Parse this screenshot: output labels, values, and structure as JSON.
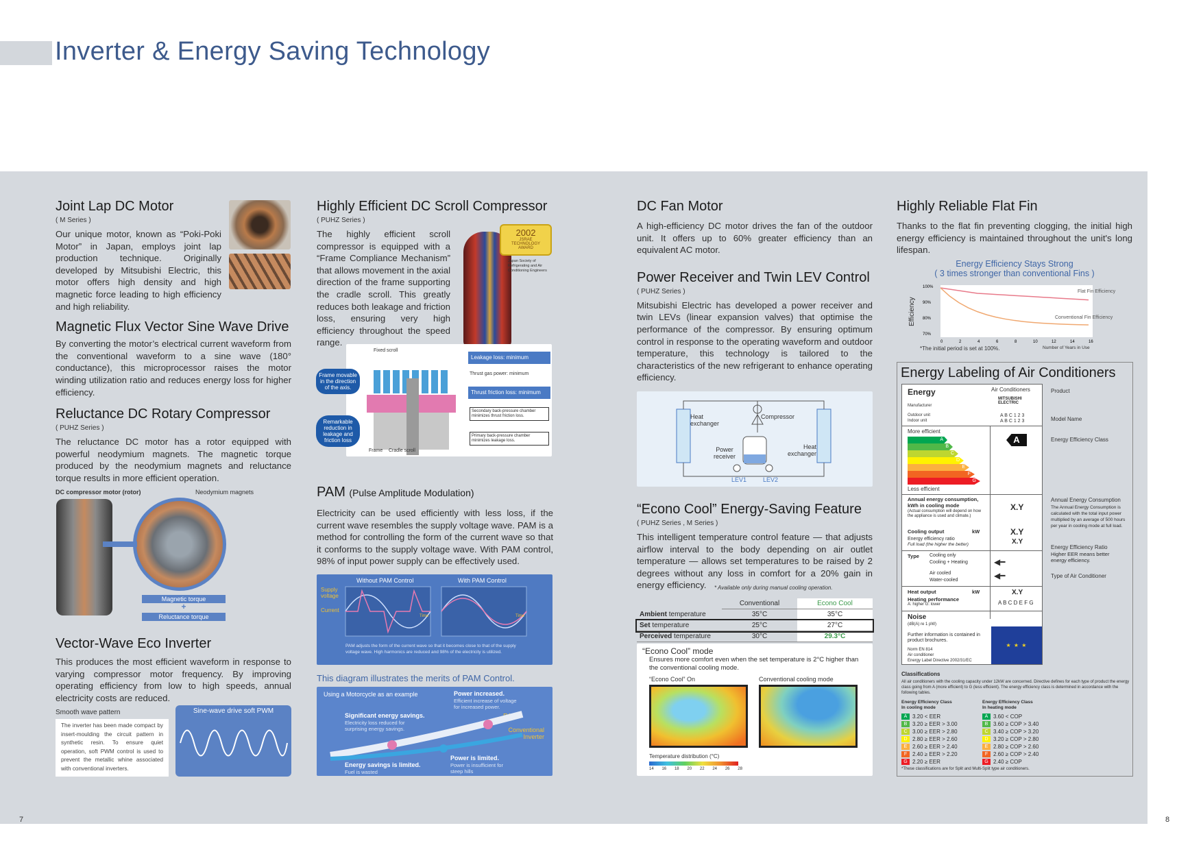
{
  "page": {
    "title": "Inverter & Energy Saving Technology",
    "page_left": "7",
    "page_right": "8"
  },
  "col1": {
    "joint": {
      "title": "Joint Lap DC Motor",
      "series": "( M Series )",
      "text": "Our unique motor, known as “Poki-Poki Motor” in Japan, employs joint lap production technique. Originally developed by Mitsubishi Electric, this motor offers high density and high magnetic force leading to high efficiency and high reliability."
    },
    "flux": {
      "title": "Magnetic Flux Vector Sine Wave Drive",
      "text": "By converting the motor’s electrical current waveform from the conventional waveform to a sine wave (180° conductance), this microprocessor raises the motor winding utilization ratio and reduces energy loss for higher efficiency."
    },
    "rel": {
      "title": "Reluctance DC Rotary Compressor",
      "series": "( PUHZ Series )",
      "text": "The reluctance DC motor has a rotor equipped with powerful neodymium magnets. The magnetic torque produced by the neodymium magnets and reluctance torque results in more efficient operation.",
      "cap1": "DC compressor motor (rotor)",
      "cap2": "Neodymium magnets",
      "mag": "Magnetic torque",
      "plus": "+",
      "rel": "Reluctance torque"
    },
    "vec": {
      "title": "Vector-Wave Eco Inverter",
      "text": "This produces the most efficient waveform in response to varying compressor motor frequency. By improving operating efficiency from low to high speeds, annual electricity costs are reduced.",
      "smooth": "Smooth wave pattern",
      "note": "The inverter has been made compact by insert-moulding the circuit pattern in synthetic resin. To ensure quiet operation, soft PWM control is used to prevent the metallic whine associated with conventional inverters.",
      "pwm": "Sine-wave drive soft PWM"
    }
  },
  "col2": {
    "scroll": {
      "title": "Highly Efficient DC Scroll Compressor",
      "series": "( PUHZ Series )",
      "text": "The highly efficient scroll compressor is equipped with a “Frame Compliance Mechanism” that allows movement in the axial direction of the frame supporting the cradle scroll. This greatly reduces both leakage and friction loss, ensuring very high efficiency throughout the speed range.",
      "award_year": "2002",
      "award_name": "JSRAE TECHNOLOGY AWARD",
      "award_note": "Japan Society of Refrigerating and Air Conditioning Engineers",
      "fixed": "Fixed scroll",
      "leak": "Leakage loss: minimum",
      "thrust": "Thrust gas power: minimum",
      "fric": "Thrust friction loss: minimum",
      "sec": "Secondary back-pressure chamber minimizes thrust friction loss.",
      "pri": "Primary back-pressure chamber minimizes leakage loss.",
      "frame": "Frame",
      "cradle": "Cradle scroll",
      "pill1": "Frame movable in the direction of the axis.",
      "pill2": "Remarkable reduction in leakage and friction loss"
    },
    "pam": {
      "title": "PAM",
      "title_sub": "(Pulse Amplitude Modulation)",
      "text": "Electricity can be used efficiently with less loss, if the current wave resembles the supply voltage wave. PAM is a method for controlling the form of the current wave so that it conforms to the supply voltage wave. With PAM control, 98% of input power supply can be effectively used.",
      "without": "Without PAM Control",
      "with": "With PAM Control",
      "supply": "Supply voltage",
      "current": "Current",
      "time": "Time",
      "note": "PAM adjusts the form of the current wave so that it becomes close to that of the supply voltage wave. High harmonics are reduced and 98% of the electricity is utilized.",
      "merits": "This diagram illustrates the merits of PAM Control.",
      "moto": "Using a Motorcycle as an example",
      "p_inc": "Power increased.",
      "p_inc_sub": "Efficient increase of voltage for increased power.",
      "sig": "Significant energy savings.",
      "sig_sub": "Electricity loss reduced for surprising energy savings.",
      "pam_lbl": "PAM",
      "conv": "Conventional Inverter",
      "lim": "Energy savings is limited.",
      "lim_sub": "Fuel is wasted",
      "plim": "Power is limited.",
      "plim_sub": "Power is insufficient for steep hills"
    }
  },
  "col3": {
    "fan": {
      "title": "DC Fan Motor",
      "text": "A high-efficiency DC motor drives the fan of the outdoor unit. It offers up to 60% greater efficiency than an equivalent AC motor."
    },
    "lev": {
      "title": "Power Receiver and Twin LEV Control",
      "series": "( PUHZ Series )",
      "text": "Mitsubishi Electric has developed a power receiver and twin LEVs (linear expansion valves) that optimise the performance of the compressor. By ensuring optimum control in response to the operating waveform and outdoor temperature, this technology is tailored to the characteristics of the new refrigerant to enhance operating efficiency.",
      "hx1": "Heat exchanger",
      "comp": "Compressor",
      "pr": "Power receiver",
      "hx2": "Heat exchanger",
      "lev1": "LEV1",
      "lev2": "LEV2"
    },
    "econo": {
      "title": "“Econo Cool” Energy-Saving Feature",
      "series": "( PUHZ Series , M Series )",
      "text": "This intelligent temperature control feature — that adjusts airflow interval to the body depending on air outlet temperature — allows set temperatures to be raised by 2 degrees without any loss in comfort for a 20% gain in energy efficiency.",
      "avail": "* Available only during manual cooling operation.",
      "h_conv": "Conventional",
      "h_eco": "Econo Cool",
      "rows": [
        {
          "b": "Ambient",
          "l": " temperature",
          "c": "35°C",
          "e": "35°C"
        },
        {
          "b": "Set",
          "l": " temperature",
          "c": "25°C",
          "e": "27°C"
        },
        {
          "b": "Perceived",
          "l": " temperature",
          "c": "30°C",
          "e": "29.3°C"
        }
      ],
      "mode": "“Econo Cool” mode",
      "mode_sub": "Ensures more comfort even when the set temperature is 2°C higher than the conventional cooling mode.",
      "on": "“Econo Cool” On",
      "convmode": "Conventional cooling mode",
      "dist": "Temperature distribution (°C)",
      "scale": [
        "14",
        "16",
        "18",
        "20",
        "22",
        "24",
        "26",
        "28"
      ]
    }
  },
  "col4": {
    "fin": {
      "title": "Highly Reliable Flat Fin",
      "text": "Thanks to the flat fin preventing clogging, the initial high energy efficiency is maintained throughout the unit's long lifespan.",
      "chart_t1": "Energy Efficiency Stays Strong",
      "chart_t2": "( 3 times stronger than conventional Fins )",
      "ylabel": "Efficiency",
      "xlabel": "Number of Years in Use",
      "yt": [
        "100%",
        "90%",
        "80%",
        "70%"
      ],
      "xt": [
        "0",
        "2",
        "4",
        "6",
        "8",
        "10",
        "12",
        "14",
        "16"
      ],
      "flat": "Flat Fin Efficiency",
      "conv": "Conventional Fin Efficiency",
      "note": "*The initial period is set at 100%."
    },
    "label": {
      "title": "Energy Labeling of Air Conditioners",
      "energy": "Energy",
      "ac": "Air Conditioners",
      "mfr": "Manufacturer",
      "out": "Outdoor unit",
      "in": "Indoor unit",
      "abc1": "A B C  1 2 3",
      "abc2": "A B C  1 2 3",
      "brand": "MITSUBISHI ELECTRIC",
      "more": "More efficient",
      "less": "Less efficient",
      "cls": "A",
      "bars": [
        "A",
        "B",
        "C",
        "D",
        "E",
        "F",
        "G"
      ],
      "ann": "Annual energy consumption, kWh in cooling mode",
      "ann_sub": "(Actual consumption will depend on how the appliance is used and climate.)",
      "xy": "X.Y",
      "cool": "Cooling output",
      "kw": "kW",
      "eer": "Energy efficiency ratio",
      "eer_sub": "Full load (the higher the better)",
      "type": "Type",
      "t1": "Cooling only",
      "t2": "Cooling + Heating",
      "t3": "Air cooled",
      "t4": "Water-cooled",
      "heat": "Heat output",
      "heatp": "Heating performance",
      "hl": "A: higher     G: lower",
      "abcd": "A B C D E F G",
      "noise": "Noise",
      "noise_sub": "(dB(A) re 1 pW)",
      "further": "Further information is contained in product brochures.",
      "norm": "Norm EN 814",
      "norm2": "Air conditioner",
      "norm3": "Energy Label Directive 2002/31/EC",
      "c_product": "Product",
      "c_model": "Model Name",
      "c_class": "Energy Efficiency Class",
      "c_annual": "Annual Energy Consumption",
      "c_annual_sub": "The Annual Energy Consumption is calculated with the total input power multiplied by an average of 500 hours per year in cooling mode at full load.",
      "c_eer": "Energy Efficiency Ratio",
      "c_eer_sub": "Higher EER means better energy efficiency.",
      "c_type": "Type of Air Conditioner",
      "classif": "Classifications",
      "classif_t": "All air conditioners with the cooling capacity under 12kW are concerned. Directive defines for each type of product the energy class going from A (more efficient) to G (less efficient). The energy efficiency class is determined in accordance with the following tables.",
      "cool_h": "Energy Efficiency Class In cooling mode",
      "heat_h": "Energy Efficiency Class In heating mode",
      "cool_rows": [
        "3.20 < EER",
        "3.20 ≥ EER > 3.00",
        "3.00 ≥ EER > 2.80",
        "2.80 ≥ EER > 2.60",
        "2.60 ≥ EER > 2.40",
        "2.40 ≥ EER > 2.20",
        "2.20 ≥ EER"
      ],
      "heat_rows": [
        "3.60 < COP",
        "3.60 ≥ COP > 3.40",
        "3.40 ≥ COP > 3.20",
        "3.20 ≥ COP > 2.80",
        "2.80 ≥ COP > 2.60",
        "2.60 ≥ COP > 2.40",
        "2.40 ≥ COP"
      ],
      "foot": "*These classifications are for Split and Multi-Split type air conditioners."
    }
  },
  "colors": {
    "title": "#3d5a8c",
    "panel": "#d5d9de",
    "classes": [
      "#00a651",
      "#50b848",
      "#bed630",
      "#fff200",
      "#fbb040",
      "#f26522",
      "#ed1c24"
    ]
  }
}
